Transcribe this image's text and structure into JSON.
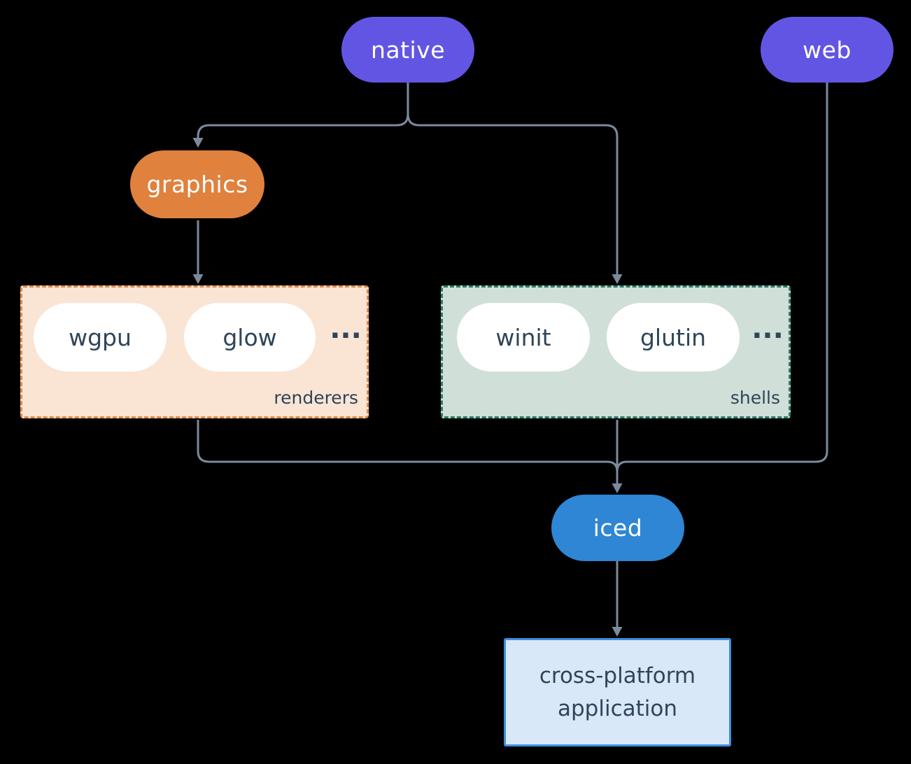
{
  "nodes": {
    "native": "native",
    "web": "web",
    "graphics": "graphics",
    "iced": "iced"
  },
  "groups": {
    "renderers": {
      "label": "renderers",
      "items": [
        "wgpu",
        "glow"
      ],
      "more": "..."
    },
    "shells": {
      "label": "shells",
      "items": [
        "winit",
        "glutin"
      ],
      "more": "..."
    }
  },
  "application": {
    "lines": [
      "cross-platform",
      "application"
    ]
  },
  "colors": {
    "background": "#000000",
    "node-purple": "#6355e3",
    "node-orange": "#e0813d",
    "node-blue": "#2e86d4",
    "pill-white": "#ffffff",
    "renderers-bg": "#fae4d4",
    "renderers-border": "#e08a4a",
    "shells-bg": "#d0e0d8",
    "shells-border": "#2c7a6b",
    "app-bg": "#d8e8f8",
    "app-border": "#3e8edd",
    "connector": "#7b8a9d",
    "dark-text": "#2f4558",
    "light-text": "#ffffff"
  }
}
